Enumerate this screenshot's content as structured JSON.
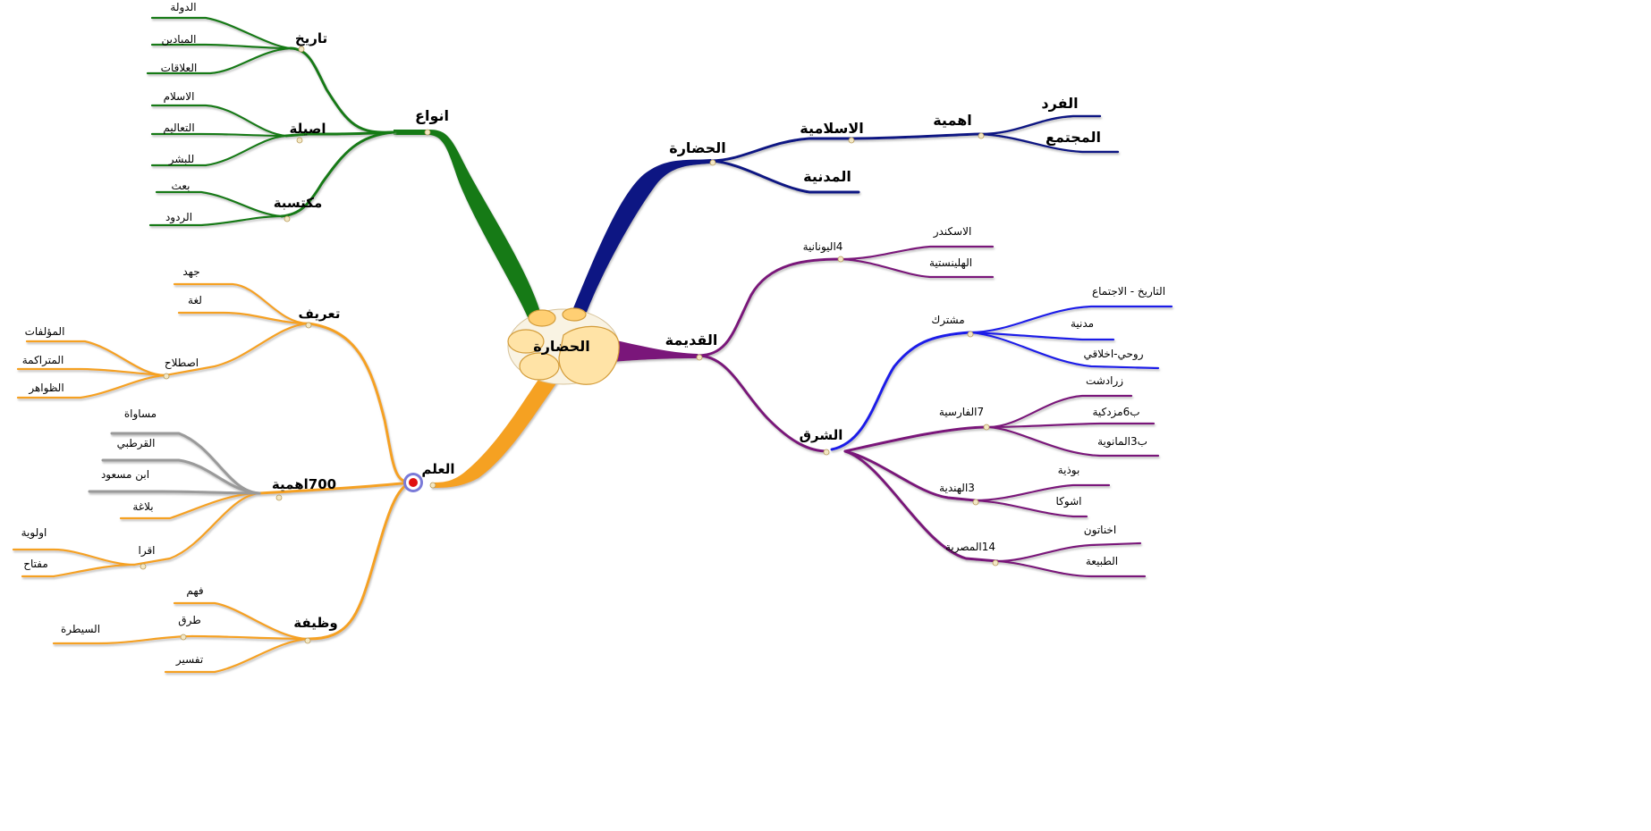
{
  "colors": {
    "green": "#127a12",
    "orange": "#f5a121",
    "navy": "#101783",
    "purple": "#7a157a",
    "blue": "#1b1be8",
    "gray": "#9a9a9a",
    "center_fill": "#f9f3e3",
    "paw_fill": "#ffcf73"
  },
  "central": {
    "label": "الحضارة",
    "icon": "paw-print-icon"
  },
  "branches": {
    "anwaa": {
      "label": "انواع"
    },
    "tarikh": {
      "label": "تاريخ",
      "children": [
        "الدولة",
        "الميادين",
        "العلاقات"
      ]
    },
    "asila": {
      "label": "اصيلة",
      "children": [
        "الاسلام",
        "التعاليم",
        "للبشر"
      ]
    },
    "muktasaba": {
      "label": "مكتسبة",
      "children": [
        "بعث",
        "الردود"
      ]
    },
    "ilm": {
      "label": "العلم"
    },
    "taarif": {
      "label": "تعريف",
      "children": [
        "جهد",
        "لغة"
      ]
    },
    "istilah": {
      "label": "اصطلاح",
      "children": [
        "المؤلفات",
        "المتراكمة",
        "الظواهر"
      ]
    },
    "ahamiya700": {
      "label": "700اهمية",
      "children": [
        "مساواة",
        "القرطبي",
        "ابن مسعود",
        "بلاغة"
      ]
    },
    "iqra": {
      "label": "اقرا",
      "children": [
        "اولوية",
        "مفتاح"
      ]
    },
    "wadhifa": {
      "label": "وظيفة",
      "children": [
        "فهم",
        "طرق",
        "تفسير"
      ]
    },
    "tariq_child": {
      "label": "السيطرة"
    },
    "hadara": {
      "label": "الحضارة"
    },
    "islamiya": {
      "label": "الاسلامية"
    },
    "ahamiya": {
      "label": "اهمية",
      "children": [
        "الفرد",
        "المجتمع"
      ]
    },
    "madaniya": {
      "label": "المدنية"
    },
    "qadima": {
      "label": "القديمة"
    },
    "yunaniya": {
      "label": "4اليونانية",
      "children": [
        "الاسكندر",
        "الهلينستية"
      ]
    },
    "sharq": {
      "label": "الشرق"
    },
    "mushtarak": {
      "label": "مشترك",
      "children": [
        "التاريخ - الاجتماع",
        "مدنية",
        "روحي-اخلاقي"
      ]
    },
    "farsiya": {
      "label": "7الفارسية",
      "children": [
        "زرادشت",
        "ب6مزدكية",
        "ب3المانوية"
      ]
    },
    "hindiya": {
      "label": "3الهندية",
      "children": [
        "بوذية",
        "اشوكا"
      ]
    },
    "misriya": {
      "label": "14المصرية",
      "children": [
        "اخناتون",
        "الطبيعة"
      ]
    }
  }
}
